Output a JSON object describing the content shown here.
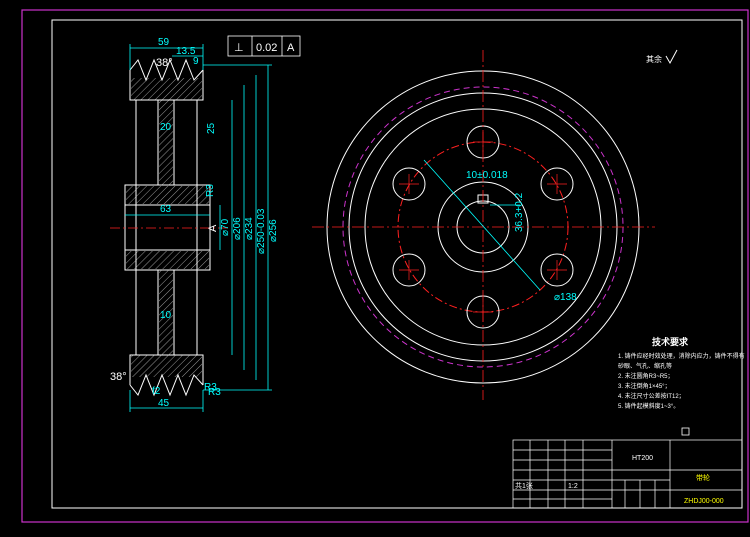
{
  "drawing": {
    "colors": {
      "background": "#000000",
      "frame": "#cc33cc",
      "geometry": "#ffffff",
      "dimension": "#00ffff",
      "centerline": "#ff2020",
      "hidden_circle": "#cc33cc",
      "titleblock_text": "#ffff00"
    },
    "tolerance_frame": {
      "symbol": "⊥",
      "value": "0.02",
      "datum": "A"
    },
    "side_view": {
      "dim_total_width": "59",
      "dim_rim": "13.5",
      "dim_groove_pitch": "9",
      "dim_groove_angle_top": "38°",
      "dim_groove_angle_bottom": "38°",
      "dim_hub_length": "63",
      "dim_web_thickness_top": "20",
      "dim_web_thickness_bottom": "10",
      "dim_bottom_width": "45",
      "dim_right_a": "25",
      "dim_right_b": "R3",
      "dim_right_c": "R3",
      "dim_diameters": [
        "⌀70",
        "⌀206",
        "⌀234",
        "⌀250-0.03",
        "⌀256"
      ],
      "datum_label": "A",
      "small_labels": [
        "f2",
        "R3"
      ]
    },
    "front_view": {
      "keyway_width": "10±0.018",
      "keyway_depth": "36.3+0.2",
      "bolt_circle": "⌀138"
    },
    "roughness_note": "其余",
    "technical_requirements": {
      "title": "技术要求",
      "items": [
        "1. 铸件应经时效处理，消除内应力，铸件不得有",
        "   砂眼、气孔、缩孔等",
        "2. 未注圆角R3~R5；",
        "3. 未注倒角1×45°；",
        "4. 未注尺寸公差按IT12；",
        "5. 铸件起模斜度1~3°。"
      ]
    },
    "title_block": {
      "material": "HT200",
      "part_name": "带轮",
      "drawing_number": "ZHDJ00-000",
      "scale": "1:2",
      "sheet": "共1张"
    }
  }
}
